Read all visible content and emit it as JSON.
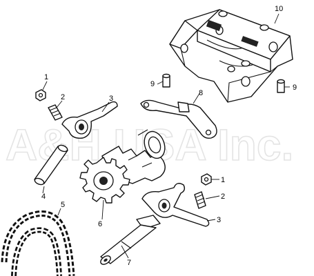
{
  "watermark": "A&H USA Inc.",
  "callouts": [
    "1",
    "2",
    "3",
    "4",
    "5",
    "6",
    "7",
    "8",
    "9",
    "10"
  ],
  "parts": [
    "lock-nut",
    "adjusting-screw",
    "rocker-arm",
    "rocker-shaft",
    "cam-chain",
    "camshaft-sprocket",
    "rocker-shaft",
    "rocker-arm",
    "dowel-pin",
    "rocker-arm-holder"
  ]
}
